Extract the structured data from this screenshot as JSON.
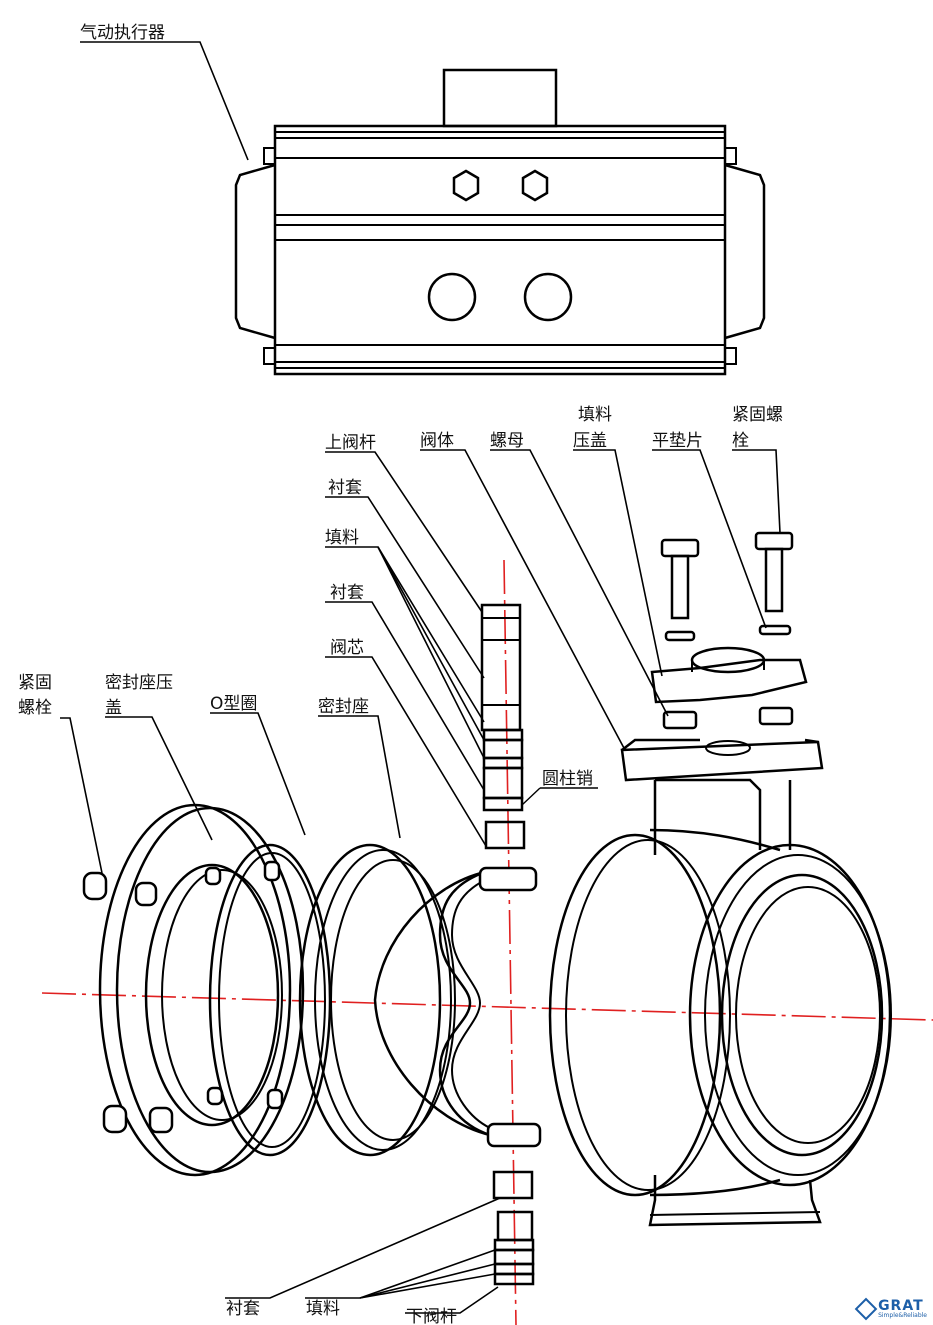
{
  "labels": {
    "actuator": "气动执行器",
    "upper_stem": "上阀杆",
    "body": "阀体",
    "nut": "螺母",
    "gland_line1": "填料",
    "gland_line2": "压盖",
    "flat_washer": "平垫片",
    "bolt_top_line1": "紧固螺",
    "bolt_top_line2": "栓",
    "bushing_1": "衬套",
    "packing_1": "填料",
    "bushing_2": "衬套",
    "disc": "阀芯",
    "pin": "圆柱销",
    "bolt_left_line1": "紧固",
    "bolt_left_line2": "螺栓",
    "seat_cover_line1": "密封座压",
    "seat_cover_line2": "盖",
    "o_ring": "O型圈",
    "seat": "密封座",
    "bushing_bottom": "衬套",
    "packing_bottom": "填料",
    "lower_stem": "下阀杆"
  },
  "logo": {
    "brand": "GRAT",
    "slogan": "Simple&Reliable",
    "color": "#1d5fa8"
  },
  "colors": {
    "axis": "#e02020",
    "line": "#000000"
  }
}
